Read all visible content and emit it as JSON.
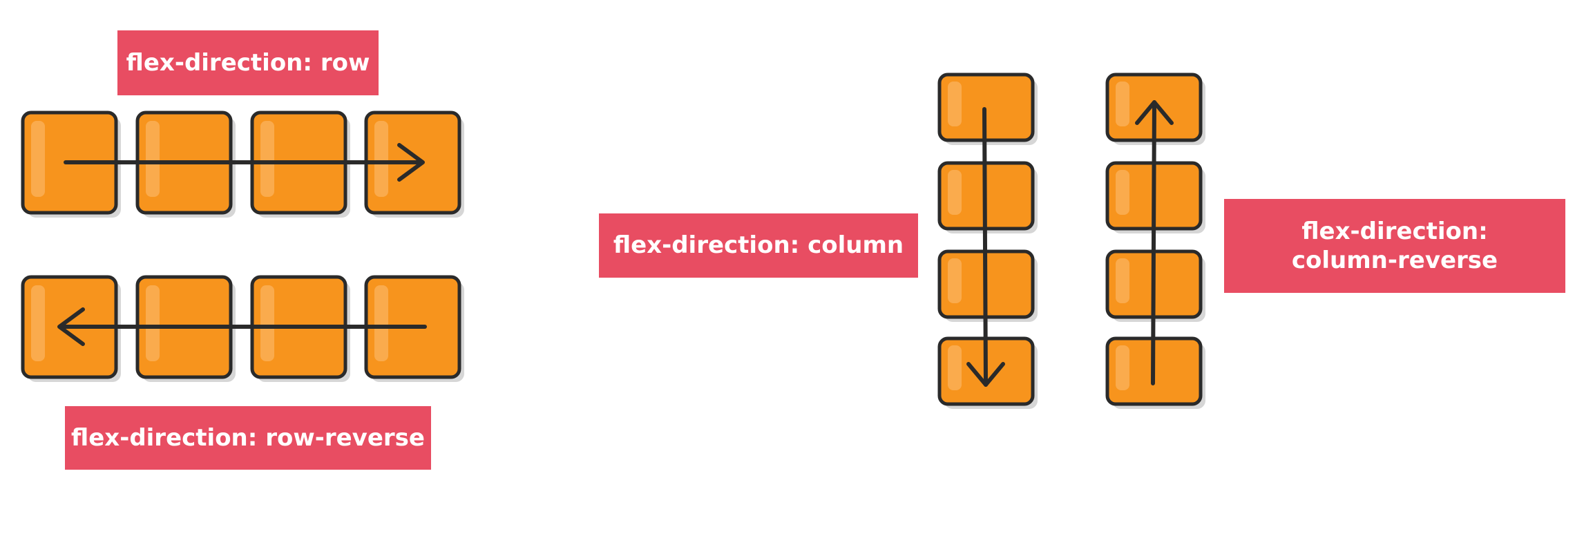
{
  "labels": {
    "row": "flex-direction: row",
    "row_reverse": "flex-direction: row-reverse",
    "column": "flex-direction: column",
    "column_reverse_line1": "flex-direction:",
    "column_reverse_line2": "column-reverse"
  },
  "colors": {
    "label_bg": "#e84d62",
    "box_fill": "#f7941d",
    "box_highlight": "#fbb563",
    "outline": "#2a2a2a"
  }
}
